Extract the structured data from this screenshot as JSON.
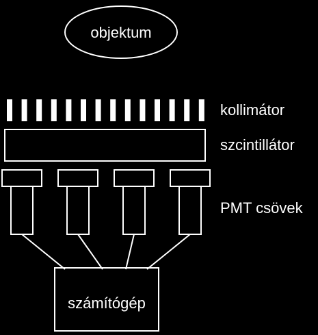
{
  "diagram": {
    "title": "",
    "labels": {
      "object": "objektum",
      "collimator": "kollimátor",
      "scintillator": "szcintillátor",
      "pmt": "PMT csövek",
      "computer": "számítógép"
    },
    "collimator_septa_count": 14,
    "pmt_count": 4
  },
  "colors": {
    "background": "#000000",
    "foreground": "#ffffff"
  }
}
